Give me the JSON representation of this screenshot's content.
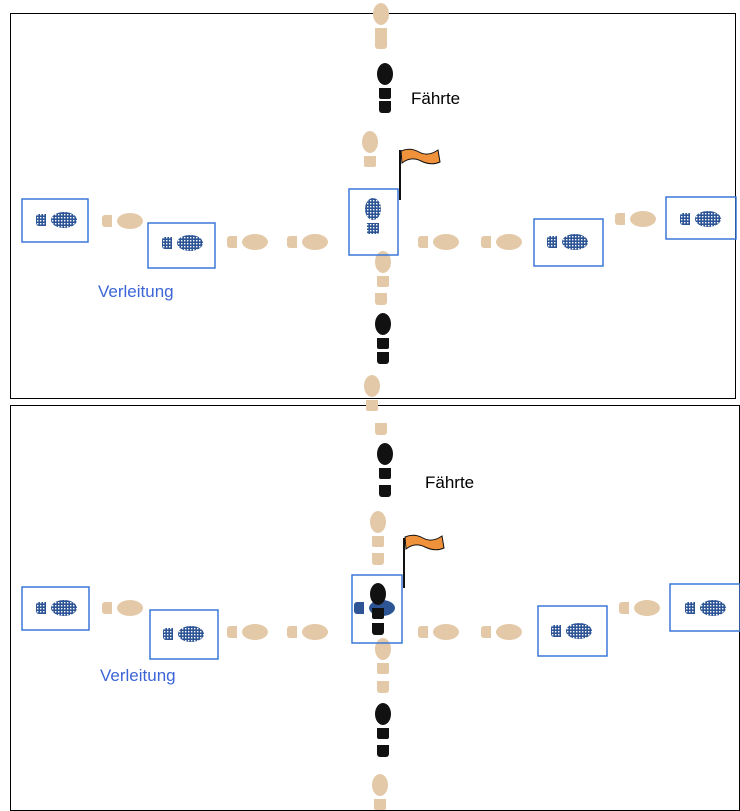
{
  "panels": [
    {
      "track_label": "Fährte",
      "decoy_label": "Verleitung"
    },
    {
      "track_label": "Fährte",
      "decoy_label": "Verleitung"
    }
  ],
  "colors": {
    "track_print": "#111111",
    "faded_print": "#e3c9a8",
    "decoy_print": "#2d5596",
    "box": "#3a78d8",
    "flag": "#f0913c",
    "label_blue": "#3c66d6"
  },
  "icons": [
    "shoe-print-icon",
    "flag-icon"
  ]
}
